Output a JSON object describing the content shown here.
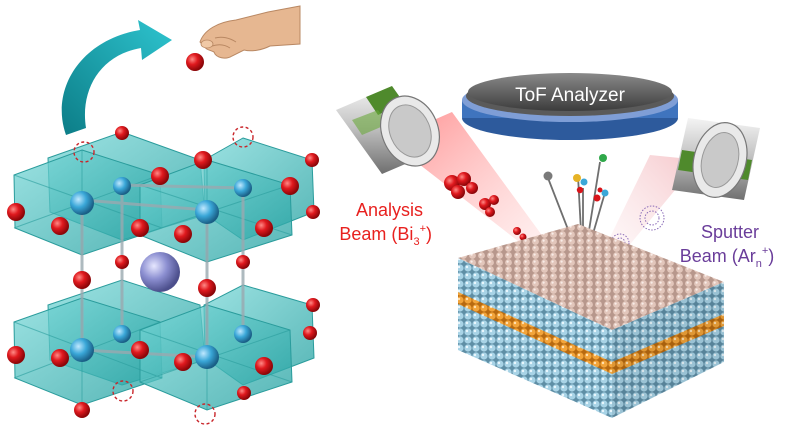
{
  "analyzer": {
    "label": "ToF Analyzer"
  },
  "analysis_beam": {
    "line1": "Analysis",
    "line2_prefix": "Beam (Bi",
    "line2_sub": "3",
    "line2_sup": "+",
    "line2_suffix": ")",
    "color": "#e8211f"
  },
  "sputter_beam": {
    "line1": "Sputter",
    "line2_prefix": "Beam (Ar",
    "line2_sub": "n",
    "line2_sup": "+",
    "line2_suffix": ")",
    "color": "#6a3d9a"
  },
  "colors": {
    "octahedron": "#39c3c3",
    "b_site": "#3aa7d8",
    "x_site": "#d8141a",
    "a_site": "#8c8fd1",
    "arrow": "#1aa9b5",
    "slab_top": "#c9a79a",
    "slab_side": "#7fb2cc",
    "slab_layer": "#e8921a"
  }
}
